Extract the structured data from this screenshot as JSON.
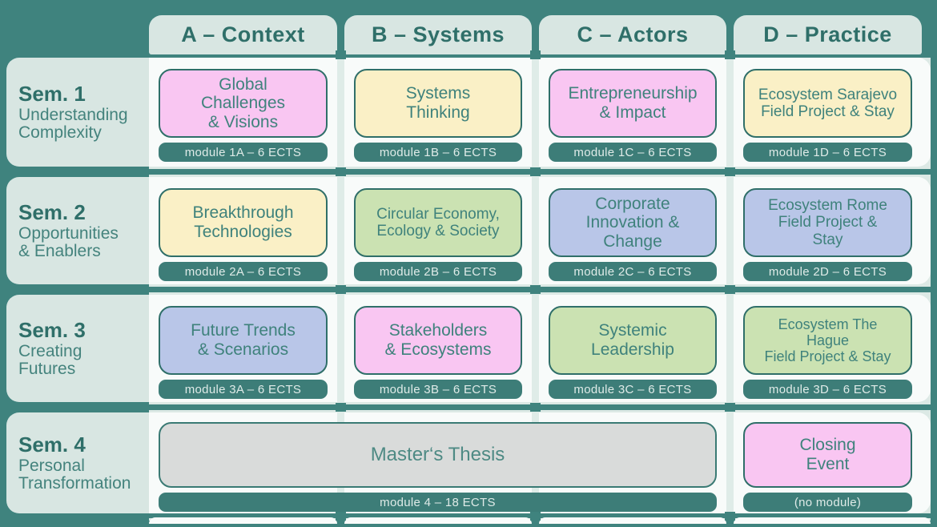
{
  "palette": {
    "background": "#3F837E",
    "module_pill": "#3D7D78",
    "card_border": "#2F6F69",
    "header_bg": "#D8E6E2",
    "row_bg": "#F8FBFA",
    "pink": "#F9C6F2",
    "yellow": "#FAF0C6",
    "green": "#CBE2B2",
    "lavender": "#B9C6E8",
    "gray": "#D9DBDA",
    "text_teal": "#3F827C"
  },
  "columns": [
    {
      "label": "A – Context"
    },
    {
      "label": "B – Systems"
    },
    {
      "label": "C – Actors"
    },
    {
      "label": "D – Practice"
    }
  ],
  "rows": [
    {
      "sem": "Sem. 1",
      "subtitle": "Understanding\nComplexity",
      "cells": [
        {
          "title": "Global\nChallenges\n& Visions",
          "color": "pink",
          "module": "module 1A – 6 ECTS"
        },
        {
          "title": "Systems\nThinking",
          "color": "yellow",
          "module": "module 1B – 6 ECTS"
        },
        {
          "title": "Entrepreneurship\n& Impact",
          "color": "pink",
          "module": "module 1C – 6 ECTS"
        },
        {
          "title": "Ecosystem Sarajevo\nField Project & Stay",
          "color": "yellow",
          "module": "module 1D – 6 ECTS"
        }
      ]
    },
    {
      "sem": "Sem. 2",
      "subtitle": "Opportunities\n& Enablers",
      "cells": [
        {
          "title": "Breakthrough\nTechnologies",
          "color": "yellow",
          "module": "module 2A – 6 ECTS"
        },
        {
          "title": "Circular Economy,\nEcology & Society",
          "color": "green",
          "module": "module 2B – 6 ECTS"
        },
        {
          "title": "Corporate\nInnovation &\nChange",
          "color": "lavender",
          "module": "module 2C – 6 ECTS"
        },
        {
          "title": "Ecosystem Rome\nField Project &\nStay",
          "color": "lavender",
          "module": "module 2D – 6 ECTS"
        }
      ]
    },
    {
      "sem": "Sem. 3",
      "subtitle": "Creating\nFutures",
      "cells": [
        {
          "title": "Future Trends\n& Scenarios",
          "color": "lavender",
          "module": "module 3A – 6 ECTS"
        },
        {
          "title": "Stakeholders\n& Ecosystems",
          "color": "pink",
          "module": "module 3B – 6 ECTS"
        },
        {
          "title": "Systemic\nLeadership",
          "color": "green",
          "module": "module 3C – 6 ECTS"
        },
        {
          "title": "Ecosystem The\nHague\nField Project & Stay",
          "color": "green",
          "module": "module 3D – 6 ECTS"
        }
      ]
    },
    {
      "sem": "Sem. 4",
      "subtitle": "Personal\nTransformation",
      "thesis": {
        "title": "Master‘s Thesis",
        "color": "gray",
        "module": "module 4 – 18 ECTS"
      },
      "cells": [
        {
          "title": "Closing\nEvent",
          "color": "pink",
          "module": "(no module)"
        }
      ]
    }
  ]
}
